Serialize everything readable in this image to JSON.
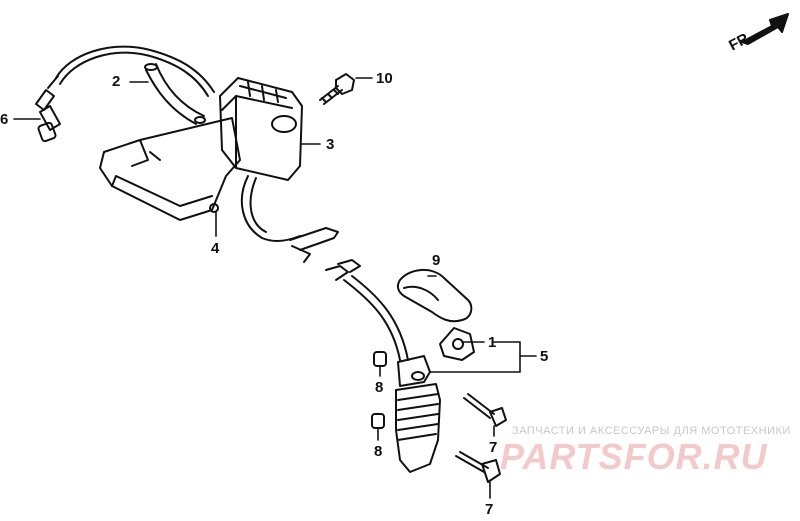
{
  "diagram": {
    "callouts": {
      "c1": "1",
      "c2": "2",
      "c3": "3",
      "c4": "4",
      "c5": "5",
      "c6": "6",
      "c7a": "7",
      "c7b": "7",
      "c8a": "8",
      "c8b": "8",
      "c9": "9",
      "c10": "10"
    },
    "front_arrow_label": "FR.",
    "colors": {
      "ink": "#111111",
      "paper": "#ffffff"
    }
  },
  "watermark": {
    "subtitle": "ЗАПЧАСТИ И АКСЕССУАРЫ ДЛЯ МОТОТЕХНИКИ",
    "logo": "PARTSFOR.RU",
    "colors": {
      "logo": "#f4c9c9",
      "subtitle": "#c8c8c8"
    }
  }
}
